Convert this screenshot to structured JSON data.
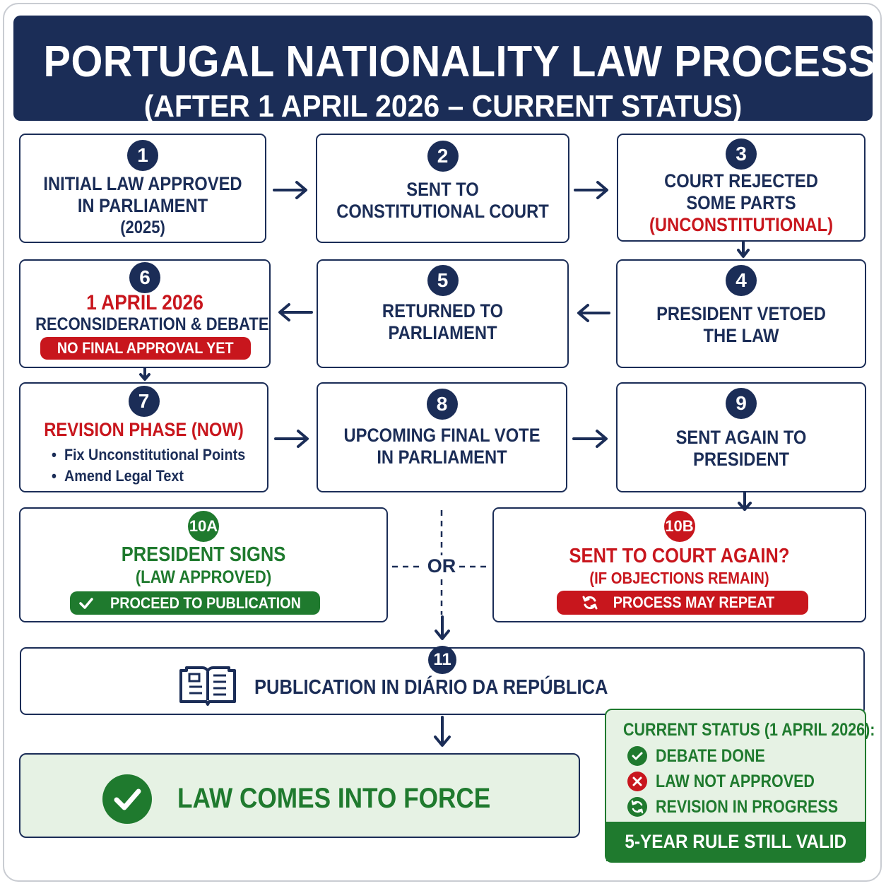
{
  "title": {
    "line1": "PORTUGAL NATIONALITY LAW PROCESS",
    "line2": "(AFTER 1 APRIL 2026 – CURRENT STATUS)"
  },
  "steps": {
    "s1": {
      "num": "1",
      "line1": "INITIAL LAW APPROVED",
      "line2": "IN PARLIAMENT",
      "line3": "(2025)"
    },
    "s2": {
      "num": "2",
      "line1": "SENT TO",
      "line2": "CONSTITUTIONAL COURT"
    },
    "s3": {
      "num": "3",
      "line1": "COURT REJECTED",
      "line2": "SOME PARTS",
      "line3": "(UNCONSTITUTIONAL)"
    },
    "s4": {
      "num": "4",
      "line1": "PRESIDENT VETOED",
      "line2": "THE LAW"
    },
    "s5": {
      "num": "5",
      "line1": "RETURNED TO",
      "line2": "PARLIAMENT"
    },
    "s6": {
      "num": "6",
      "date": "1 APRIL 2026",
      "line1": "RECONSIDERATION & DEBATE",
      "badge": "NO FINAL APPROVAL YET"
    },
    "s7": {
      "num": "7",
      "line1": "REVISION PHASE (NOW)",
      "bullets": [
        "Fix Unconstitutional Points",
        "Amend Legal Text"
      ]
    },
    "s8": {
      "num": "8",
      "line1": "UPCOMING FINAL VOTE",
      "line2": "IN PARLIAMENT"
    },
    "s9": {
      "num": "9",
      "line1": "SENT AGAIN TO",
      "line2": "PRESIDENT"
    },
    "s10a": {
      "num": "10A",
      "line1": "PRESIDENT SIGNS",
      "line2": "(LAW APPROVED)",
      "badge": "PROCEED TO PUBLICATION"
    },
    "s10b": {
      "num": "10B",
      "line1": "SENT TO COURT AGAIN?",
      "line2": "(IF OBJECTIONS REMAIN)",
      "badge": "PROCESS MAY REPEAT"
    },
    "s11": {
      "num": "11",
      "line1": "PUBLICATION IN DIÁRIO DA REPÚBLICA",
      "icon": "open-book-icon"
    }
  },
  "or_label": "OR",
  "final": {
    "text": "LAW COMES INTO FORCE",
    "icon": "check-circle-icon"
  },
  "status": {
    "heading": "CURRENT STATUS (1 APRIL 2026):",
    "items": [
      {
        "text": "DEBATE DONE",
        "icon": "check-circle-icon",
        "color": "#1f7a2e"
      },
      {
        "text": "LAW NOT APPROVED",
        "icon": "x-circle-icon",
        "color": "#c8161d"
      },
      {
        "text": "REVISION IN PROGRESS",
        "icon": "refresh-circle-icon",
        "color": "#1f7a2e"
      }
    ],
    "footer": "5-YEAR RULE STILL VALID"
  },
  "colors": {
    "navy": "#1b2d57",
    "red": "#c8161d",
    "green": "#1f7a2e",
    "light_green": "#e6f2e4"
  }
}
